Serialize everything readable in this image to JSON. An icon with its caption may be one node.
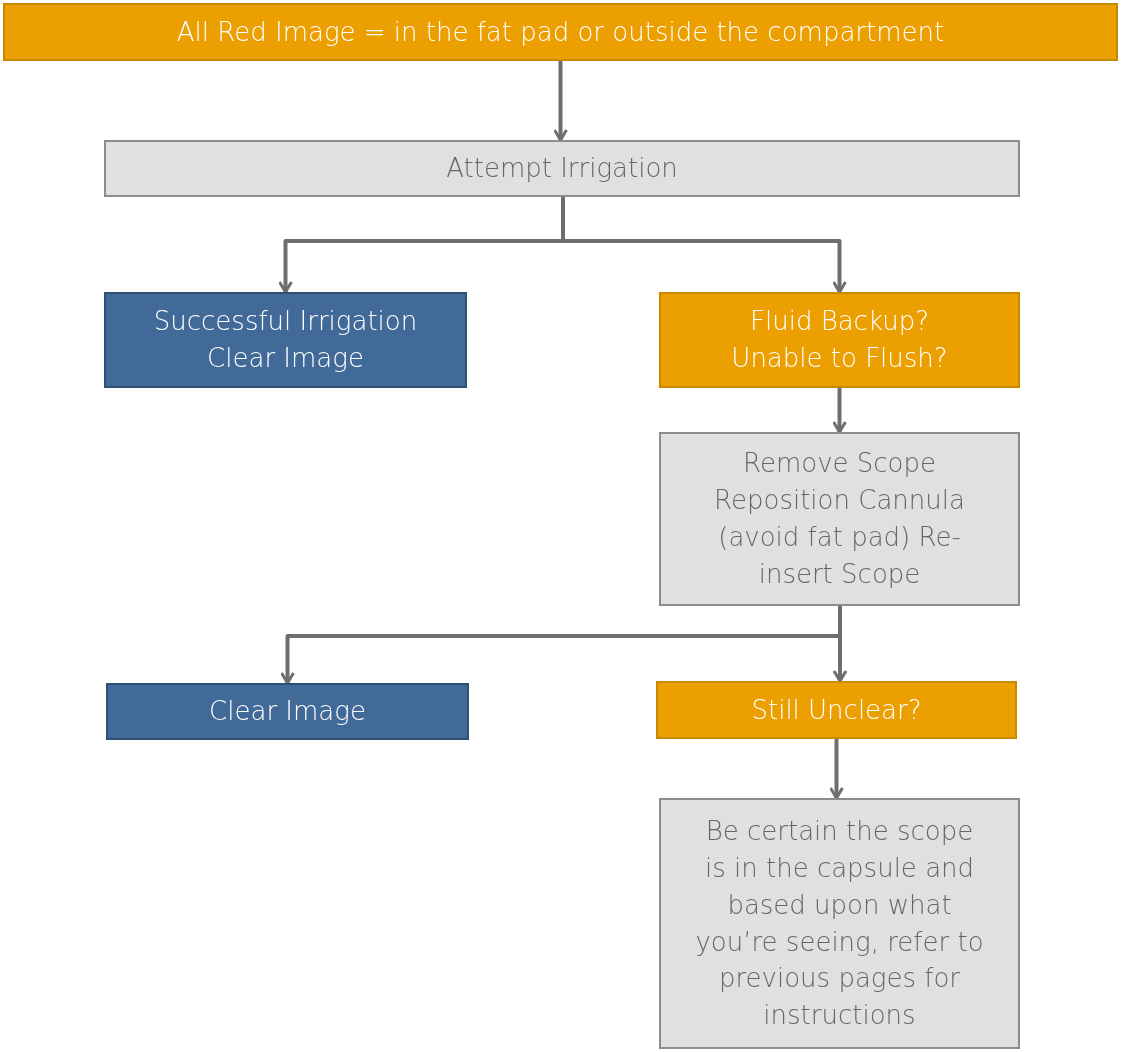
{
  "diagram": {
    "nodes": [
      {
        "text": [
          "All Red Image = in the fat pad or outside the compartment"
        ]
      },
      {
        "text": [
          "Attempt Irrigation"
        ]
      },
      {
        "text": [
          "Successful Irrigation Clear Image"
        ]
      },
      {
        "text": [
          "Fluid Backup? Unable to Flush?"
        ]
      },
      {
        "text": [
          "Remove Scope Reposition Cannula (avoid fat pad) Re-insert Scope"
        ]
      },
      {
        "text": [
          "Clear Image"
        ]
      },
      {
        "text": [
          "Still Unclear?"
        ]
      },
      {
        "text": [
          "Be certain the scope is in the capsule and based upon what you’re seeing, refer to previous pages for instructions"
        ]
      }
    ],
    "edges": [
      {
        "from": 0,
        "to": 1,
        "arrow": "to"
      },
      {
        "from": 1,
        "to": 2,
        "arrow": "to"
      },
      {
        "from": 1,
        "to": 3,
        "arrow": "to"
      },
      {
        "from": 3,
        "to": 4,
        "arrow": "to"
      },
      {
        "from": 4,
        "to": 5,
        "arrow": "to"
      },
      {
        "from": 4,
        "to": 6,
        "arrow": "to"
      },
      {
        "from": 6,
        "to": 7,
        "arrow": "to"
      }
    ]
  }
}
